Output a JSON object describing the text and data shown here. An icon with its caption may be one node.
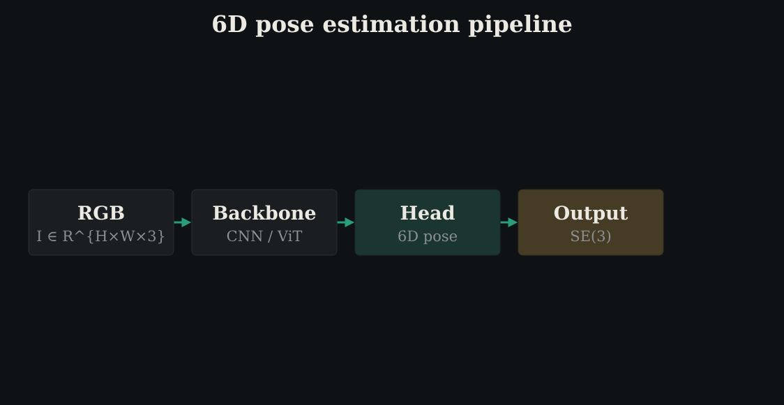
{
  "diagram": {
    "title": "6D pose estimation pipeline",
    "nodes": [
      {
        "text": [
          "RGB",
          "I ∈ R^{H×W×3}"
        ]
      },
      {
        "text": [
          "Backbone",
          "CNN / ViT"
        ]
      },
      {
        "text": [
          "Head",
          "6D pose"
        ]
      },
      {
        "text": [
          "Output",
          "SE(3)"
        ]
      }
    ],
    "edges": [
      {
        "from": 0,
        "to": 1,
        "arrow": "to"
      },
      {
        "from": 1,
        "to": 2,
        "arrow": "to"
      },
      {
        "from": 2,
        "to": 3,
        "arrow": "to"
      }
    ]
  }
}
